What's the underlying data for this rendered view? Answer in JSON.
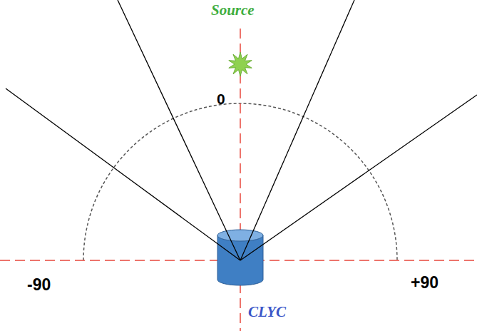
{
  "diagram": {
    "labels": [
      "Source",
      "0",
      "-90",
      "+90",
      "CLYC"
    ]
  }
}
